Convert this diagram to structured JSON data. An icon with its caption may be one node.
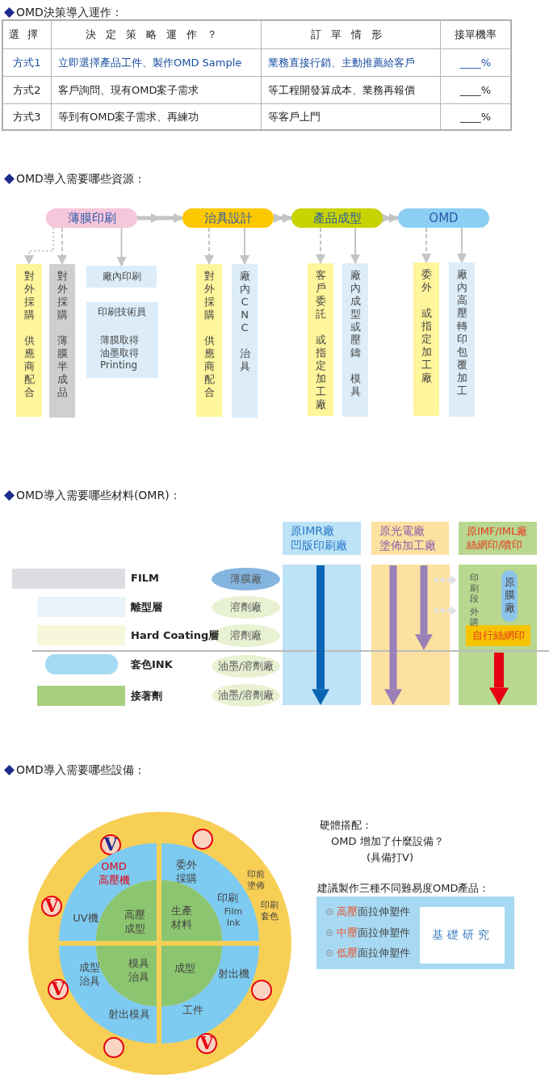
{
  "diagram": {
    "nodes": [
      {
        "text": [
          "薄膜印刷"
        ]
      },
      {
        "text": [
          "治具設計"
        ]
      },
      {
        "text": [
          "產品成型"
        ]
      },
      {
        "text": [
          "OMD"
        ]
      },
      {
        "text": [
          "對外採購",
          "供應商配合"
        ]
      },
      {
        "text": [
          "對外採購",
          "薄膜半成品"
        ]
      },
      {
        "text": [
          "廠內印刷"
        ]
      },
      {
        "text": [
          "印刷技術員",
          "薄膜取得油墨取得 Printing"
        ]
      },
      {
        "text": [
          "對外採購",
          "供應商配合"
        ]
      },
      {
        "text": [
          "廠內CNC",
          "治具"
        ]
      },
      {
        "text": [
          "客戶委託",
          "或指定加工廠"
        ]
      },
      {
        "text": [
          "廠內成型或壓鑄",
          "模具"
        ]
      },
      {
        "text": [
          "委外",
          "或指定加工廠"
        ]
      },
      {
        "text": [
          "廠內高壓轉印包覆加工"
        ]
      },
      {
        "text": [
          "原IMR廠凹版印刷廠"
        ]
      },
      {
        "text": [
          "原光電廠塗佈加工廠"
        ]
      },
      {
        "text": [
          "原IMF/IML廠絲網印/噴印"
        ]
      },
      {
        "text": [
          "薄膜廠"
        ]
      },
      {
        "text": [
          "原膜廠"
        ]
      },
      {
        "text": [
          "溶劑廠"
        ]
      },
      {
        "text": [
          "溶劑廠"
        ]
      },
      {
        "text": [
          "自行絲網印"
        ]
      },
      {
        "text": [
          "油墨/溶劑廠"
        ]
      },
      {
        "text": [
          "油墨/溶劑廠"
        ]
      },
      {
        "text": [
          "印前塗佈",
          "印刷套色"
        ]
      },
      {
        "text": [],
        "shape": "circle",
        "in": 24
      },
      {
        "text": [
          "V"
        ],
        "in": 24
      },
      {
        "text": [
          "OMD高壓機",
          "UV機"
        ],
        "in": 24
      },
      {
        "text": [
          "委外採購",
          "印刷",
          "Film Ink"
        ],
        "in": 24
      },
      {
        "text": [
          "高壓成型"
        ],
        "in": 24
      },
      {
        "text": [
          "生產材料"
        ],
        "in": 24
      },
      {
        "text": [
          "V"
        ],
        "in": 24
      },
      {
        "text": [
          "模具治具"
        ],
        "in": 24
      },
      {
        "text": [
          "成型"
        ],
        "in": 24
      },
      {
        "text": [
          "成型治具",
          "射出模具"
        ],
        "in": 24
      },
      {
        "text": [
          "射出機",
          "工件"
        ],
        "in": 24
      },
      {
        "text": [
          "V"
        ],
        "in": 24
      },
      {
        "text": [],
        "shape": "circle",
        "in": 24
      },
      {
        "text": [
          "V"
        ],
        "in": 24
      },
      {
        "text": [],
        "shape": "circle",
        "in": 24
      },
      {
        "text": [
          "高壓面拉伸塑件",
          "中壓面拉伸塑件",
          "低壓面拉伸塑件"
        ]
      },
      {
        "text": [
          "基礎研究"
        ],
        "in": 40
      }
    ],
    "edges": [
      {
        "from": 0,
        "to": 1,
        "arrow": "to",
        "style": "thick"
      },
      {
        "from": 1,
        "to": 2,
        "arrow": "to",
        "style": "thick"
      },
      {
        "from": 2,
        "to": 3,
        "arrow": "to",
        "style": "thick"
      },
      {
        "from": 0,
        "to": 4,
        "arrow": "to",
        "style": "dashed"
      },
      {
        "from": 0,
        "to": 5,
        "arrow": "to",
        "style": "dashed"
      },
      {
        "from": 0,
        "to": 6,
        "arrow": "to"
      },
      {
        "from": 1,
        "to": 8,
        "arrow": "to",
        "style": "dashed"
      },
      {
        "from": 1,
        "to": 9,
        "arrow": "to"
      },
      {
        "from": 2,
        "to": 10,
        "arrow": "to",
        "style": "dashed"
      },
      {
        "from": 2,
        "to": 11,
        "arrow": "to"
      },
      {
        "from": 3,
        "to": 12,
        "arrow": "to",
        "style": "dashed"
      },
      {
        "from": 3,
        "to": 13,
        "arrow": "to"
      }
    ],
    "labels": [
      "OMD決策導入運作：",
      "選擇",
      "決定策略運作？",
      "訂單情形",
      "接單機率",
      "方式1",
      "立即選擇產品工件、製作OMD Sample",
      "業務直接行銷、主動推薦給客戶",
      "____%",
      "方式2",
      "客戶詢問、現有OMD案子需求",
      "等工程開發算成本、業務再報價",
      "____%",
      "方式3",
      "等到有OMD案子需求、再練功",
      "等客戶上門",
      "____%",
      "OMD導入需要哪些資源：",
      "OMD導入需要哪些材料(OMR)：",
      "印刷段",
      "外購",
      "OMD導入需要哪些設備：",
      "硬體搭配：",
      "OMD 增加了什麼設備？",
      "(具備打V)",
      "建議製作三種不同難易度OMD產品："
    ],
    "legend": [
      {
        "text": "FILM",
        "color": "#dcdde2"
      },
      {
        "text": "離型層",
        "color": "#e8f2f8"
      },
      {
        "text": "Hard Coating層",
        "color": "#f7f7dc"
      },
      {
        "text": "套色INK",
        "color": "#a6dbf2"
      },
      {
        "text": "接著劑",
        "color": "#a8cf80"
      }
    ]
  }
}
